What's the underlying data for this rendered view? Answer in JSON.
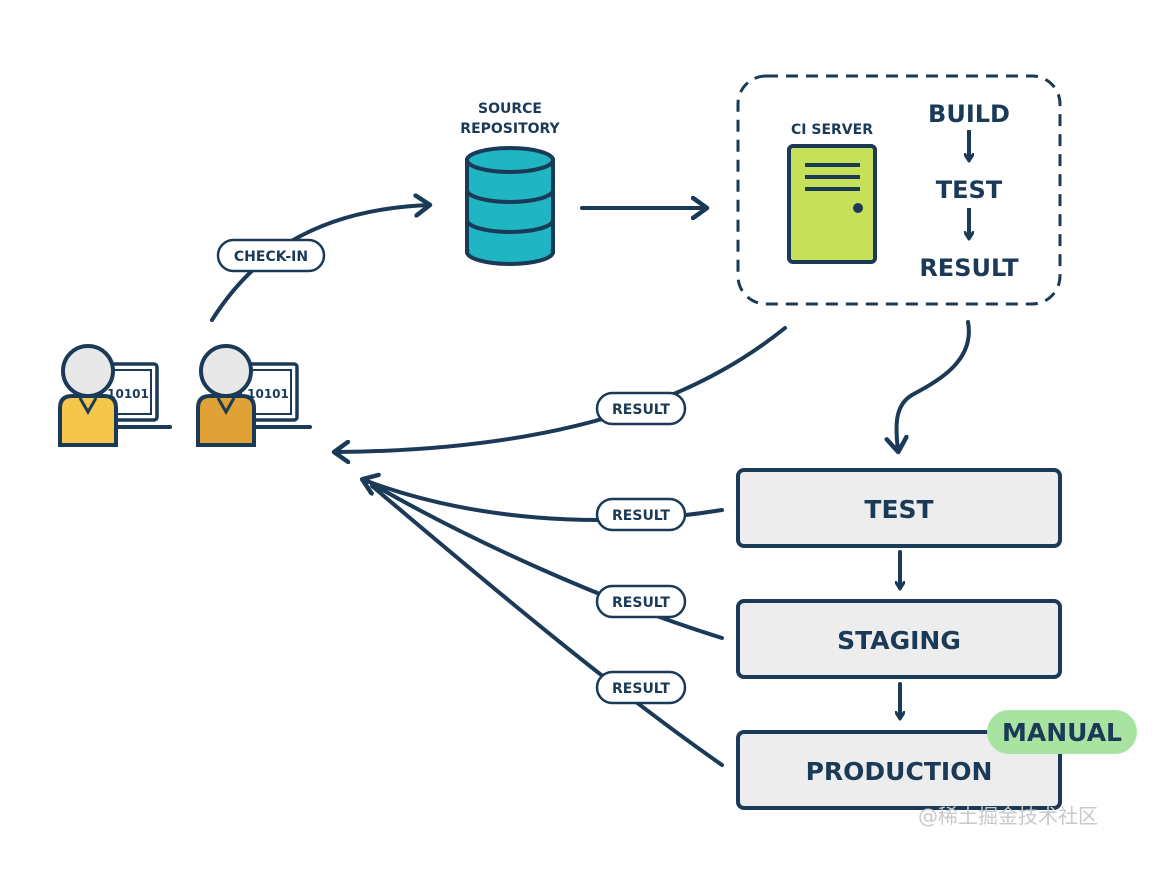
{
  "source_repository": {
    "line1": "SOURCE",
    "line2": "REPOSITORY"
  },
  "check_in_label": "CHECK-IN",
  "ci_server": {
    "label": "CI SERVER",
    "steps": [
      "BUILD",
      "TEST",
      "RESULT"
    ]
  },
  "developers": [
    {
      "screen_text": "10101",
      "shirt_color": "#f4c74a"
    },
    {
      "screen_text": "10101",
      "shirt_color": "#e0a237"
    }
  ],
  "result_labels": [
    "RESULT",
    "RESULT",
    "RESULT",
    "RESULT"
  ],
  "stages": [
    {
      "label": "TEST"
    },
    {
      "label": "STAGING"
    },
    {
      "label": "PRODUCTION"
    }
  ],
  "manual_badge": "MANUAL",
  "watermark": "@稀土掘金技术社区",
  "colors": {
    "navy": "#1b3a57",
    "database": "#1fb5c2",
    "server": "#c6e05a",
    "stage_fill": "#ededed",
    "manual_fill": "#a9e3a1"
  }
}
